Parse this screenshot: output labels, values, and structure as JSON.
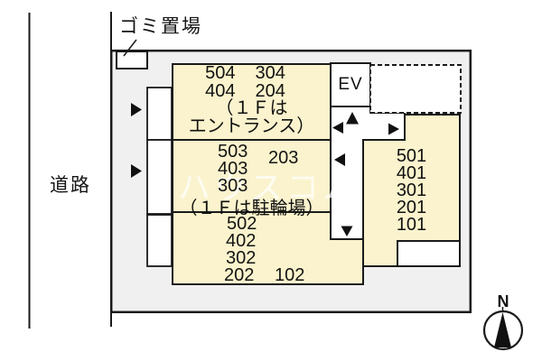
{
  "labels": {
    "garbage_area": "ゴミ置場",
    "road": "道路",
    "elevator": "EV",
    "north": "N"
  },
  "watermark": "ハウスコム",
  "building": {
    "block_top": {
      "row1_left": "504",
      "row1_right": "304",
      "row2_left": "404",
      "row2_right": "204",
      "note_line1": "（１Ｆは",
      "note_line2": "エントランス）"
    },
    "block_middle": {
      "unit_5f": "503",
      "unit_2f": "203",
      "unit_4f": "403",
      "unit_3f": "303",
      "note": "（１Ｆは駐輪場）"
    },
    "block_bottom": {
      "unit_5f": "502",
      "unit_4f": "402",
      "unit_3f": "302",
      "unit_2f": "202",
      "unit_1f": "102"
    },
    "block_right": {
      "units": [
        "501",
        "401",
        "301",
        "201",
        "101"
      ]
    }
  },
  "colors": {
    "block_fill": "#FAF3CD",
    "site_fill": "#F0F0F0",
    "outline": "#1A1A1A"
  }
}
